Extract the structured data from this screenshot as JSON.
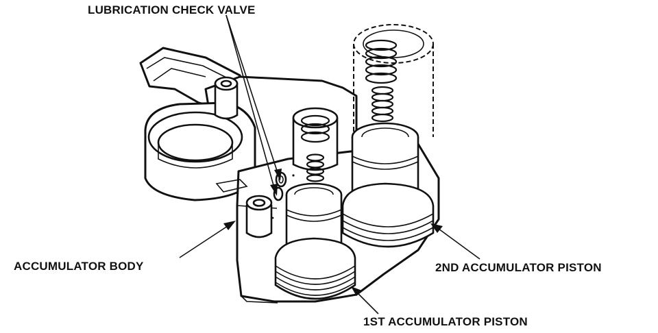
{
  "labels": {
    "lubrication_check_valve": "LUBRICATION CHECK VALVE",
    "accumulator_body": "ACCUMULATOR BODY",
    "second_accumulator_piston": "2ND ACCUMULATOR PISTON",
    "first_accumulator_piston": "1ST ACCUMULATOR PISTON"
  },
  "colors": {
    "ink": "#111111",
    "background": "#ffffff"
  }
}
